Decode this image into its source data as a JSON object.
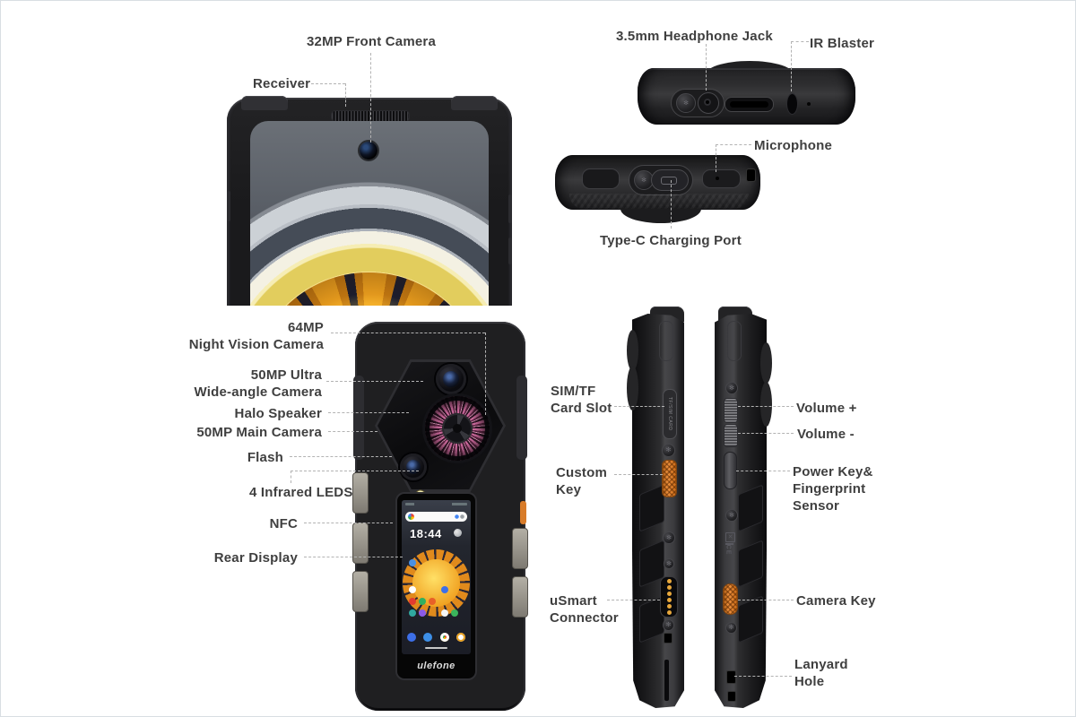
{
  "callouts": {
    "front_camera": "32MP Front Camera",
    "receiver": "Receiver",
    "headphone_jack": "3.5mm Headphone Jack",
    "ir_blaster": "IR Blaster",
    "microphone": "Microphone",
    "type_c_port": "Type-C Charging Port",
    "night_vision_camera": [
      "64MP",
      "Night Vision Camera"
    ],
    "wide_angle_camera": [
      "50MP Ultra",
      "Wide-angle Camera"
    ],
    "halo_speaker": "Halo Speaker",
    "main_camera": "50MP Main Camera",
    "flash": "Flash",
    "infrared_leds": "4 Infrared LEDS",
    "nfc": "NFC",
    "rear_display": "Rear Display",
    "sim_card_slot": [
      "SIM/TF",
      "Card Slot"
    ],
    "custom_key": [
      "Custom",
      "Key"
    ],
    "usmart_connector": [
      "uSmart",
      "Connector"
    ],
    "volume_up": "Volume +",
    "volume_down": "Volume -",
    "power_key": [
      "Power Key&",
      "Fingerprint",
      "Sensor"
    ],
    "camera_key": "Camera Key",
    "lanyard_hole": [
      "Lanyard",
      "Hole"
    ]
  },
  "rear_screen": {
    "clock": "18:44",
    "brand_logo": "ulefone"
  },
  "markings": {
    "sim_slot_label": "TF/SIM CARD",
    "ce_mark": "CE"
  },
  "colors": {
    "accent_orange": "#E07C28",
    "label_text": "#3F3F3F",
    "leader_line": "#B3B3B3",
    "gold_pins": "#E8A83C",
    "wallpaper_gold": "#E2CD5D",
    "wallpaper_orange": "#EF9C1A",
    "speaker_pink": "#C2588A",
    "body_black": "#1C1C1E"
  }
}
